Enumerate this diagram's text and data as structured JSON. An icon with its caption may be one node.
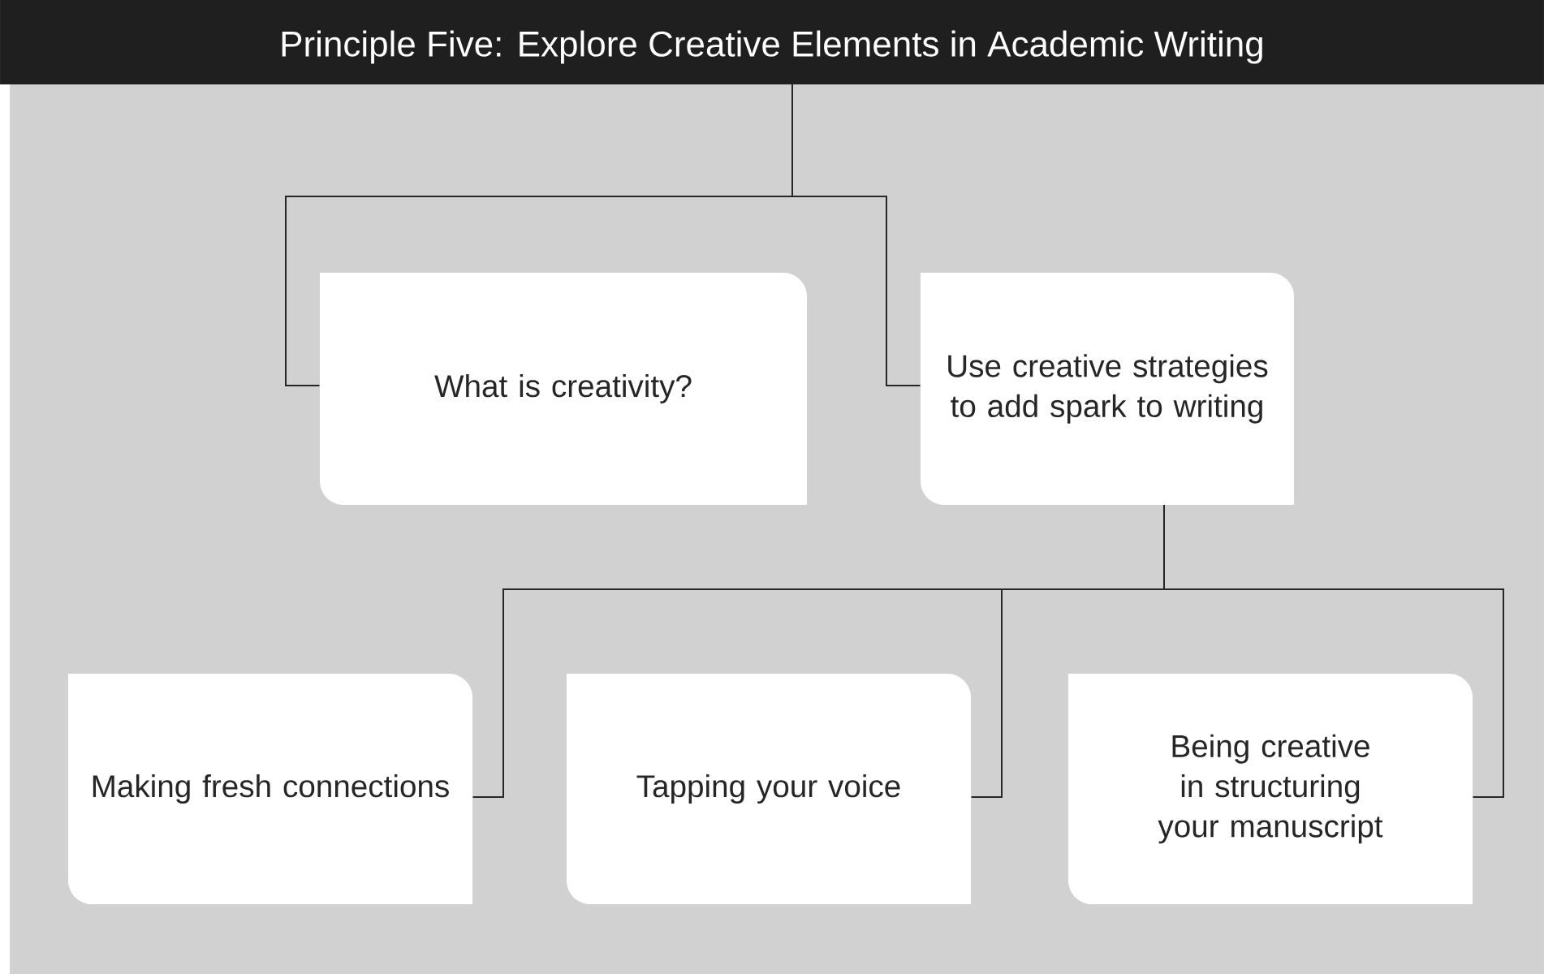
{
  "diagram": {
    "nodes": [
      {
        "text": [
          "Principle Five: Explore Creative Elements in Academic Writing"
        ]
      },
      {
        "text": [
          "What is creativity?"
        ]
      },
      {
        "text": [
          "Use creative strategies to add spark to writing"
        ]
      },
      {
        "text": [
          "Making fresh connections"
        ]
      },
      {
        "text": [
          "Tapping your voice"
        ]
      },
      {
        "text": [
          "Being creative in structuring your manuscript"
        ]
      }
    ],
    "edges": [
      {
        "from": 0,
        "to": 1,
        "arrow": "none"
      },
      {
        "from": 0,
        "to": 2,
        "arrow": "none"
      },
      {
        "from": 2,
        "to": 3,
        "arrow": "none"
      },
      {
        "from": 2,
        "to": 4,
        "arrow": "none"
      },
      {
        "from": 2,
        "to": 5,
        "arrow": "none"
      }
    ]
  }
}
